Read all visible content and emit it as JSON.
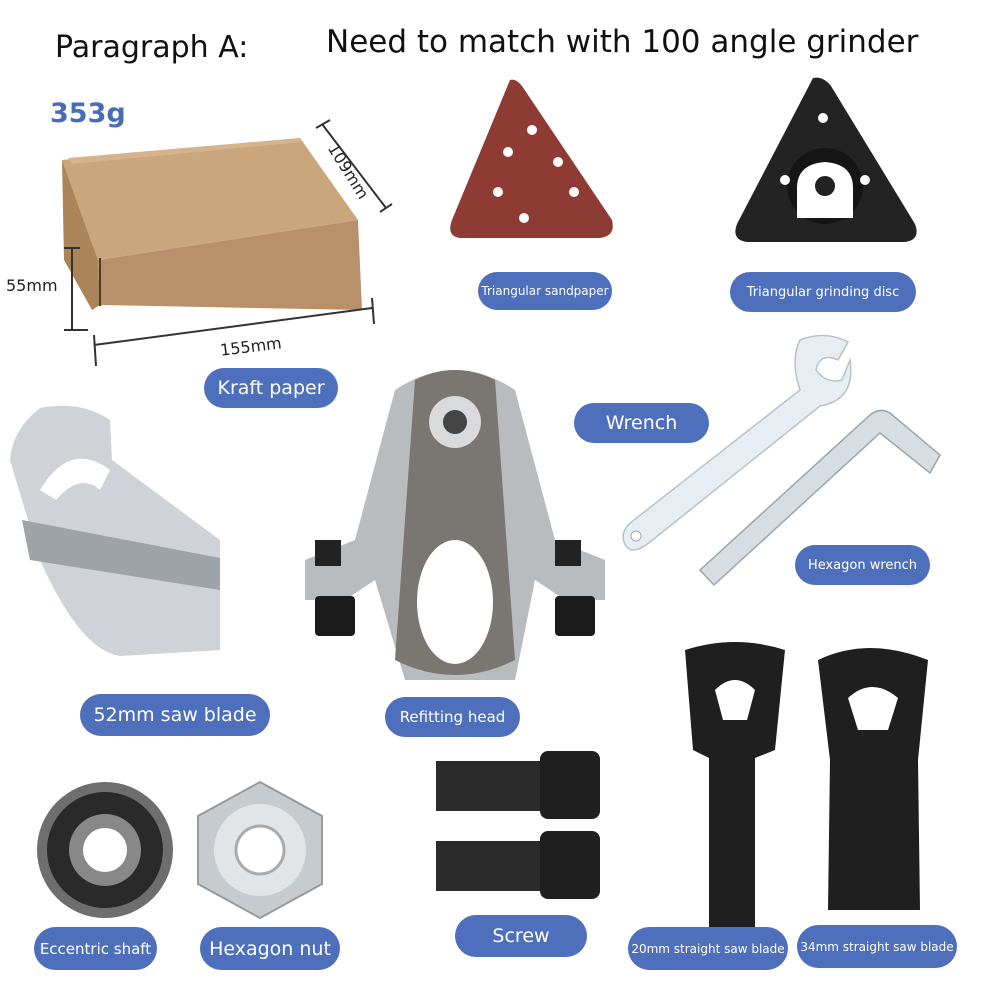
{
  "header": {
    "section_label": "Paragraph A:",
    "note": "Need to match with 100 angle grinder"
  },
  "package": {
    "weight": "353g",
    "dimensions": {
      "depth": "109mm",
      "height": "55mm",
      "length": "155mm"
    },
    "label": "Kraft paper"
  },
  "parts": [
    {
      "id": "triangular-sandpaper",
      "label": "Triangular sandpaper"
    },
    {
      "id": "triangular-grinding-disc",
      "label": "Triangular grinding disc"
    },
    {
      "id": "wrench",
      "label": "Wrench"
    },
    {
      "id": "hexagon-wrench",
      "label": "Hexagon wrench"
    },
    {
      "id": "52mm-saw-blade",
      "label": "52mm saw blade"
    },
    {
      "id": "refitting-head",
      "label": "Refitting head"
    },
    {
      "id": "eccentric-shaft",
      "label": "Eccentric shaft"
    },
    {
      "id": "hexagon-nut",
      "label": "Hexagon nut"
    },
    {
      "id": "screw",
      "label": "Screw"
    },
    {
      "id": "20mm-straight-saw-blade",
      "label": "20mm straight saw blade"
    },
    {
      "id": "34mm-straight-saw-blade",
      "label": "34mm straight saw blade"
    }
  ],
  "colors": {
    "label_bg": "#4d6fbc",
    "weight_text": "#4a6cb8",
    "kraft": "#bf9a6e",
    "sandpaper": "#8e3b33",
    "metal_dark": "#222222",
    "metal_light": "#c8ccd0"
  }
}
